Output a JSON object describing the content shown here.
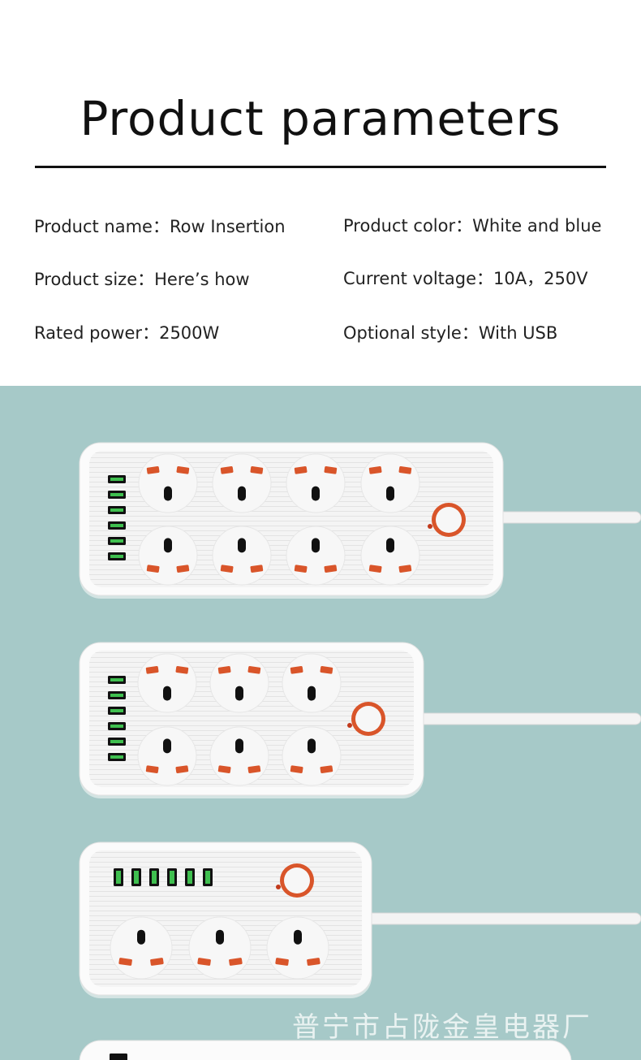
{
  "title": "Product parameters",
  "params": {
    "name": {
      "label": "Product name",
      "value": "Row Insertion"
    },
    "color": {
      "label": "Product color",
      "value": "White and blue"
    },
    "size": {
      "label": "Product size",
      "value": "Here’s how"
    },
    "voltage": {
      "label": "Current voltage",
      "value": "10A，250V"
    },
    "power": {
      "label": "Rated power",
      "value": "2500W"
    },
    "style": {
      "label": "Optional style",
      "value": "With USB"
    }
  },
  "photo": {
    "background_color": "#a6c9c8",
    "accent_color": "#d9552a",
    "watermark": "普宁市占陇金皇电器厂"
  }
}
